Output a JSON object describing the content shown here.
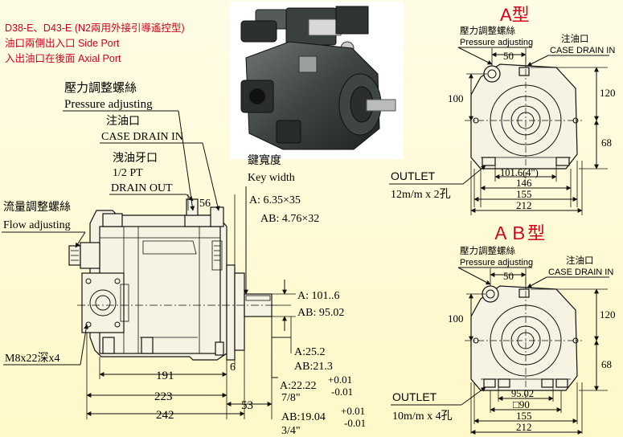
{
  "header": {
    "line1": "D38-E、D43-E (N2兩用外接引導遙控型)",
    "line2": "油口兩側出入口 Side Port",
    "line3": "入出油口在後面 Axial Port"
  },
  "colors": {
    "accent": "#d1001c",
    "line": "#111111",
    "background": "#fffbd9"
  },
  "side_view": {
    "pressure_adjusting_zh": "壓力調整螺絲",
    "pressure_adjusting_en": "Pressure adjusting",
    "case_drain_zh": "注油口",
    "case_drain_en": "CASE DRAIN IN",
    "drain_out_zh": "洩油牙口",
    "drain_out_pt": "1/2 PT",
    "drain_out_en": "DRAIN OUT",
    "flow_adjusting_zh": "流量調整螺絲",
    "flow_adjusting_en": "Flow adjusting",
    "key_width_zh": "鍵寬度",
    "key_width_en": "Key width",
    "key_a": "A: 6.35×35",
    "key_ab": "AB: 4.76×32",
    "dim_56": "56",
    "dim_101_6": "A: 101..6",
    "dim_95_02": "AB: 95.02",
    "dim_25_2": "A:25.2",
    "dim_21_3": "AB:21.3",
    "dim_6": "6",
    "shaft_a": "A:22.22",
    "shaft_a_tol_plus": "+0.01",
    "shaft_a_tol_minus": "-0.01",
    "shaft_a_inch": "7/8\"",
    "shaft_ab": "AB:19.04",
    "shaft_ab_tol_plus": "+0.01",
    "shaft_ab_tol_minus": "-0.01",
    "shaft_ab_inch": "3/4\"",
    "mount": "M8x22深x4",
    "dim_191": "191",
    "dim_223": "223",
    "dim_242": "242",
    "dim_53": "53"
  },
  "type_a": {
    "title": "A型",
    "pressure_zh": "壓力調整螺絲",
    "pressure_en": "Pressure adjusting",
    "drain_zh": "注油口",
    "drain_en": "CASE DRAIN IN",
    "dim_50": "50",
    "dim_100": "100",
    "dim_120": "120",
    "dim_68": "68",
    "dim_101_6": "101.6(4\")",
    "dim_146": "146",
    "dim_155": "155",
    "dim_212": "212",
    "outlet": "OUTLET",
    "outlet_spec": "12m/m x 2孔"
  },
  "type_ab": {
    "title": "ＡＢ型",
    "pressure_zh": "壓力調整螺絲",
    "pressure_en": "Pressure adjusting",
    "drain_zh": "注油口",
    "drain_en": "CASE DRAIN IN",
    "dim_50": "50",
    "dim_100": "100",
    "dim_120": "120",
    "dim_68": "68",
    "dim_95_02": "95.02",
    "dim_90": "□90",
    "dim_155": "155",
    "dim_212": "212",
    "outlet": "OUTLET",
    "outlet_spec": "10m/m x 4孔"
  }
}
